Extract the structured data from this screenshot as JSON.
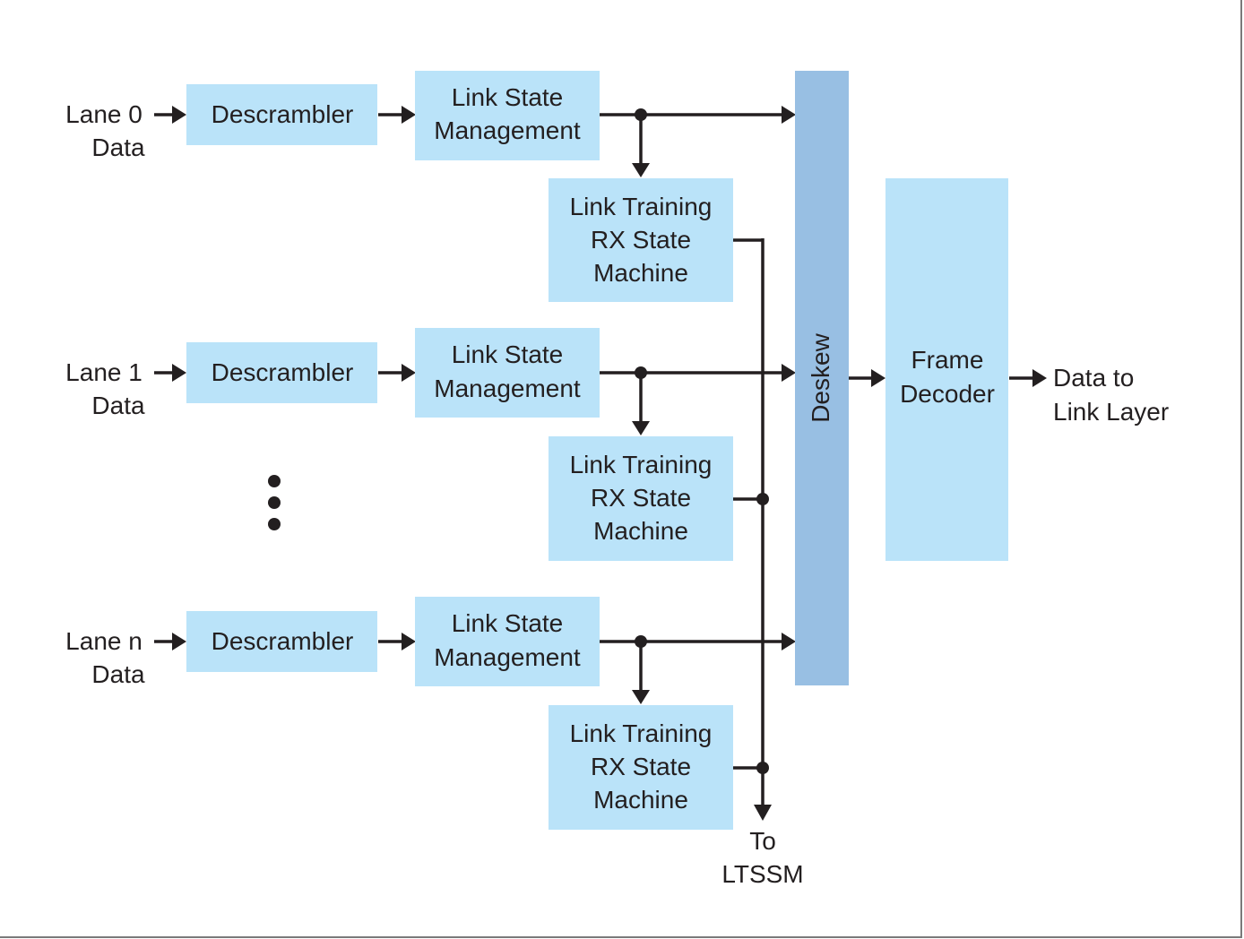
{
  "diagram": {
    "lanes": [
      {
        "label_line1": "Lane 0",
        "label_line2": "Data",
        "descrambler": "Descrambler",
        "lsm_line1": "Link State",
        "lsm_line2": "Management",
        "ltrx_line1": "Link Training",
        "ltrx_line2": "RX State",
        "ltrx_line3": "Machine"
      },
      {
        "label_line1": "Lane 1",
        "label_line2": "Data",
        "descrambler": "Descrambler",
        "lsm_line1": "Link State",
        "lsm_line2": "Management",
        "ltrx_line1": "Link Training",
        "ltrx_line2": "RX State",
        "ltrx_line3": "Machine"
      },
      {
        "label_line1": "Lane n",
        "label_line2": "Data",
        "descrambler": "Descrambler",
        "lsm_line1": "Link State",
        "lsm_line2": "Management",
        "ltrx_line1": "Link Training",
        "ltrx_line2": "RX State",
        "ltrx_line3": "Machine"
      }
    ],
    "deskew": "Deskew",
    "frame_decoder_line1": "Frame",
    "frame_decoder_line2": "Decoder",
    "output_line1": "Data to",
    "output_line2": "Link Layer",
    "ltssm_line1": "To",
    "ltssm_line2": "LTSSM",
    "ellipsis_icon": "vertical-ellipsis",
    "colors": {
      "block": "#bae3f9",
      "deskew": "#98bfe3",
      "wire": "#231f20"
    }
  }
}
